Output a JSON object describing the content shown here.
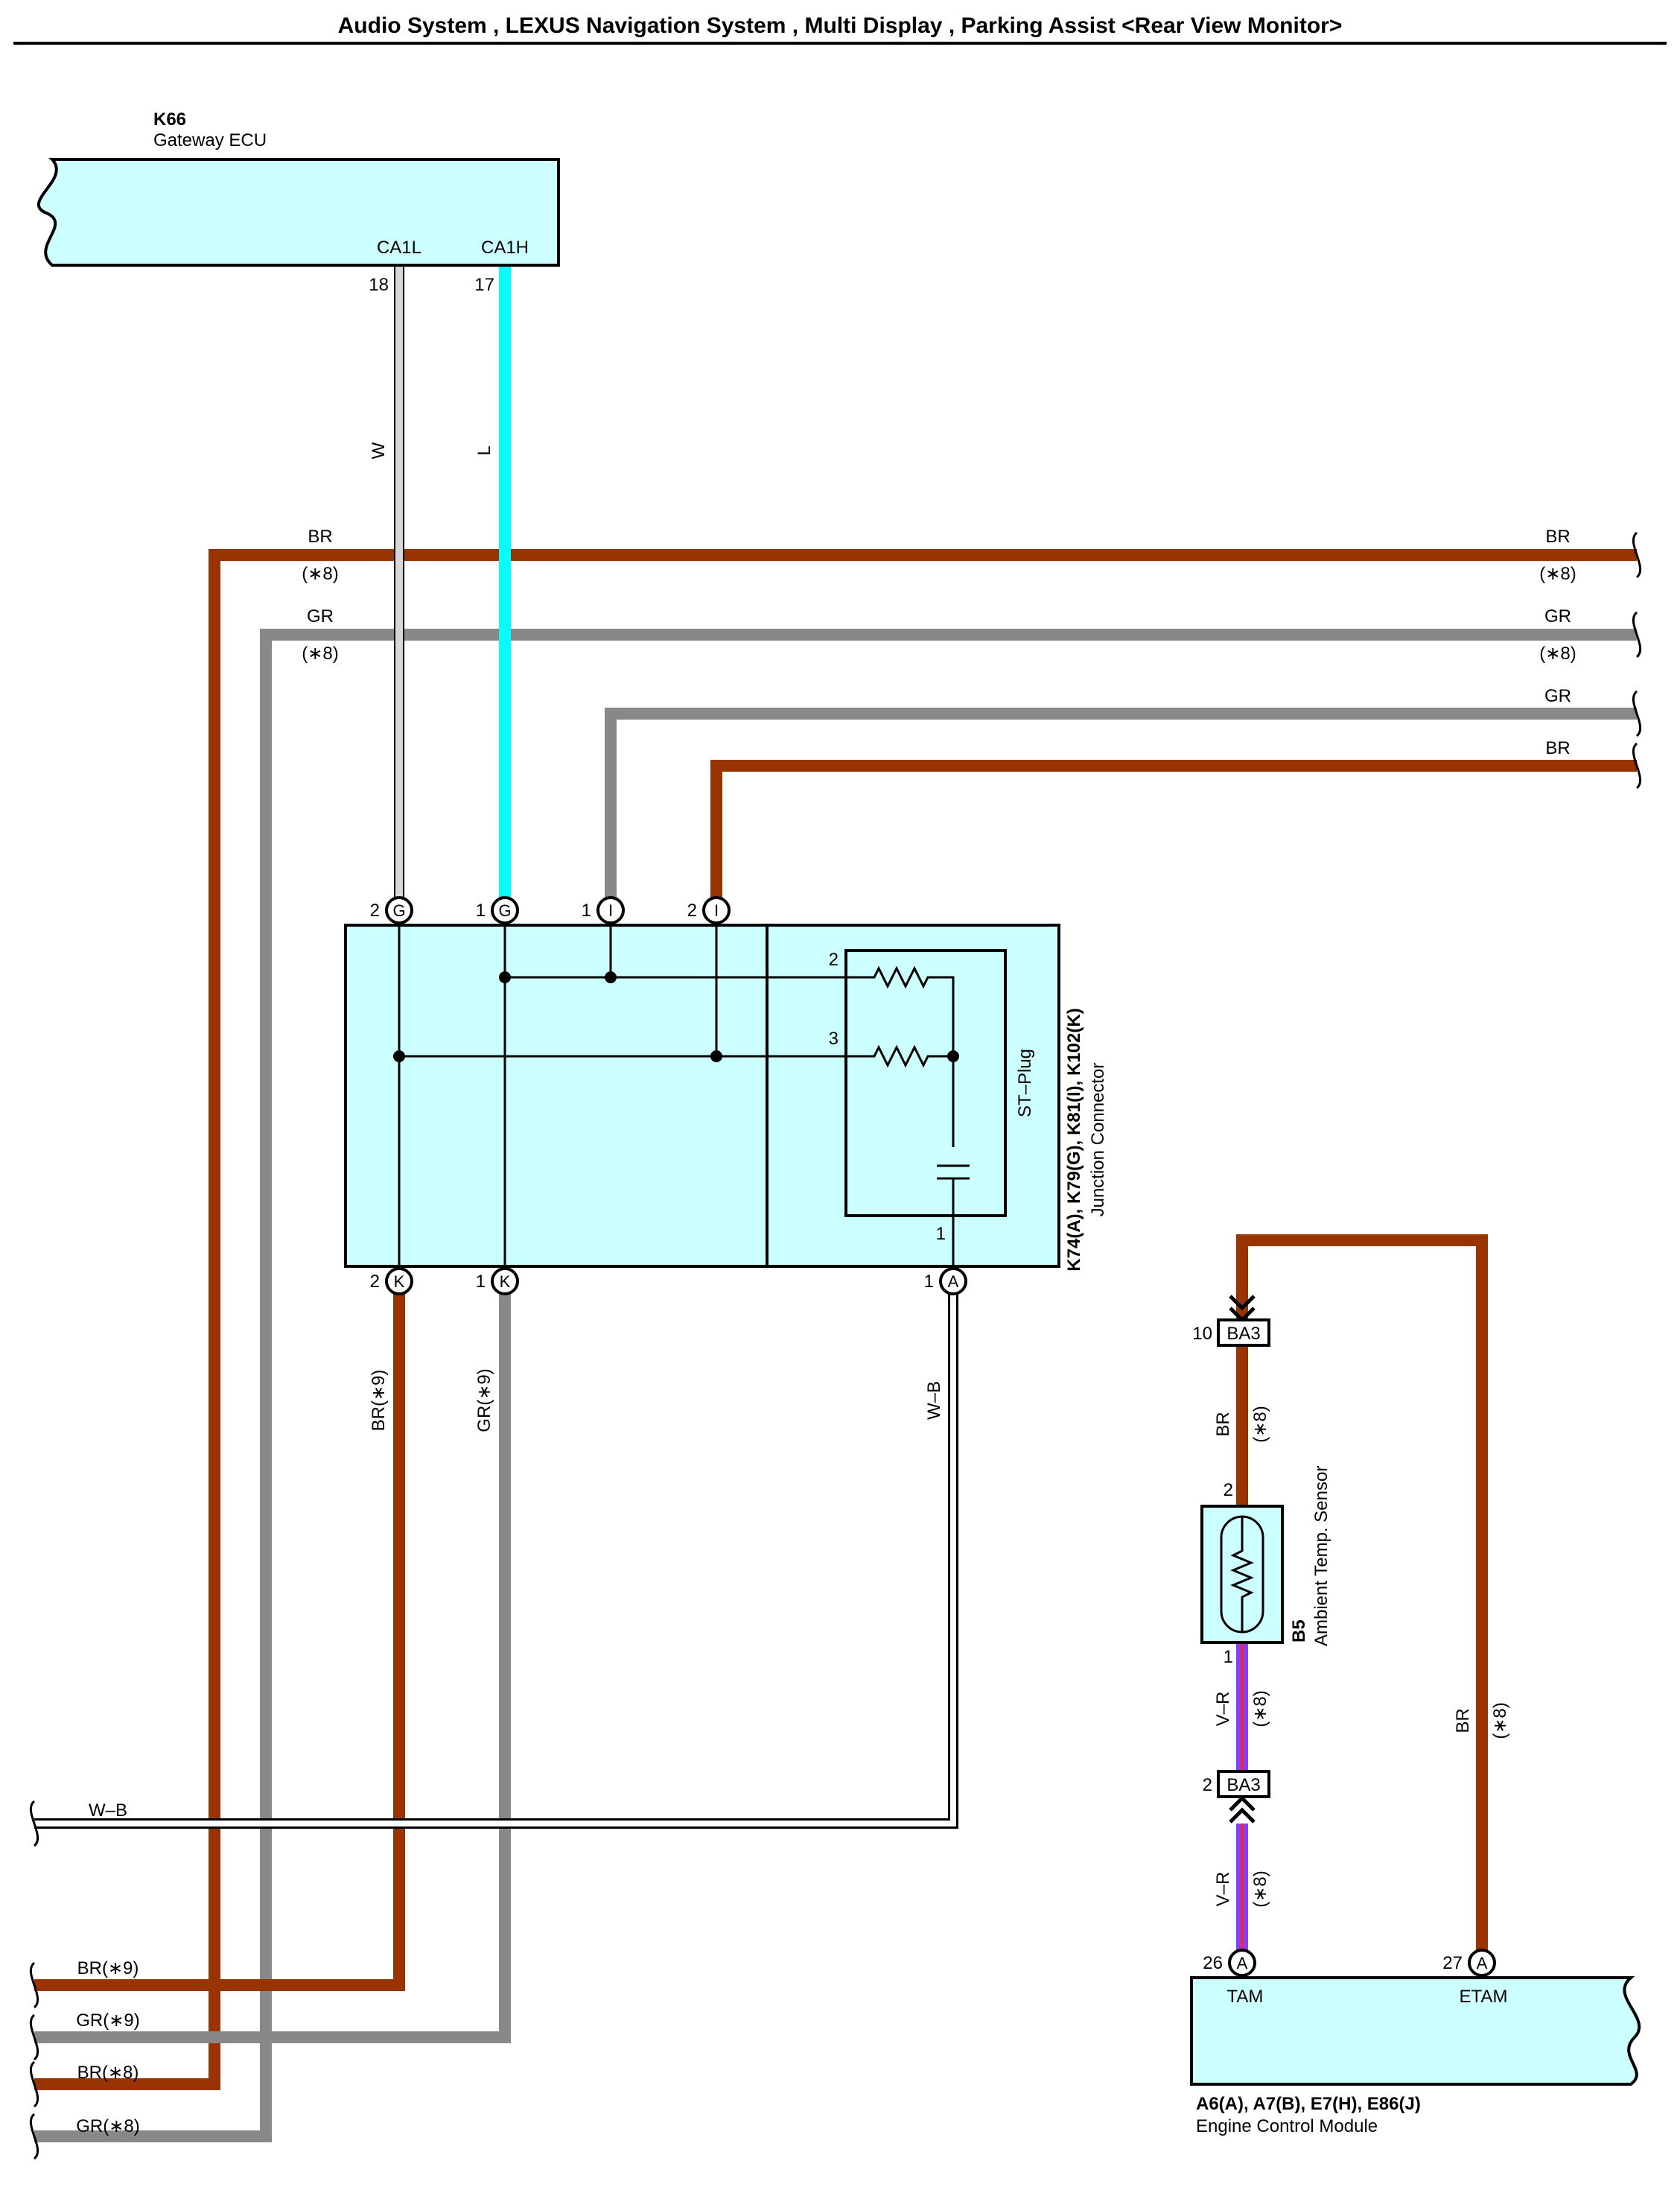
{
  "title": "Audio System , LEXUS Navigation System , Multi Display , Parking Assist <Rear View Monitor>",
  "colors": {
    "BR": "#993300",
    "GR": "#888888",
    "L": "#00ffff",
    "W": "#d8d8d8",
    "W-B": "#ffffff",
    "V-R": "#8040ff",
    "box_fill": "#ccffff"
  },
  "gateway_ecu": {
    "code": "K66",
    "name": "Gateway ECU",
    "pin_ca1l": "CA1L",
    "pin_ca1h": "CA1H",
    "pin18": "18",
    "pin17": "17"
  },
  "wires": {
    "w_label": "W",
    "l_label": "L",
    "br_label": "BR",
    "gr_label": "GR",
    "note8": "(∗8)",
    "br9": "BR(∗9)",
    "gr9": "GR(∗9)",
    "wb": "W–B",
    "vr": "V–R",
    "left_br9": "BR(∗9)",
    "left_gr9": "GR(∗9)",
    "left_br8": "BR(∗8)",
    "left_gr8": "GR(∗8)",
    "left_wb": "W–B"
  },
  "junction": {
    "codes": "K74(A), K79(G), K81(I), K102(K)",
    "name": "Junction Connector",
    "st_plug": "ST–Plug",
    "top_pins": [
      {
        "num": "2",
        "letter": "G"
      },
      {
        "num": "1",
        "letter": "G"
      },
      {
        "num": "1",
        "letter": "I"
      },
      {
        "num": "2",
        "letter": "I"
      }
    ],
    "bottom_pins": [
      {
        "num": "2",
        "letter": "K"
      },
      {
        "num": "1",
        "letter": "K"
      },
      {
        "num": "1",
        "letter": "A"
      }
    ],
    "inner_2": "2",
    "inner_3": "3",
    "inner_1": "1"
  },
  "sensor": {
    "code": "B5",
    "name": "Ambient Temp.  Sensor",
    "pin2": "2",
    "pin1": "1"
  },
  "connectors": {
    "ba3_top_num": "10",
    "ba3_top": "BA3",
    "ba3_bot_num": "2",
    "ba3_bot": "BA3"
  },
  "ecm": {
    "codes": "A6(A), A7(B), E7(H), E86(J)",
    "name": "Engine Control Module",
    "pin_tam_num": "26",
    "pin_tam_letter": "A",
    "pin_etam_num": "27",
    "pin_etam_letter": "A",
    "tam": "TAM",
    "etam": "ETAM"
  }
}
